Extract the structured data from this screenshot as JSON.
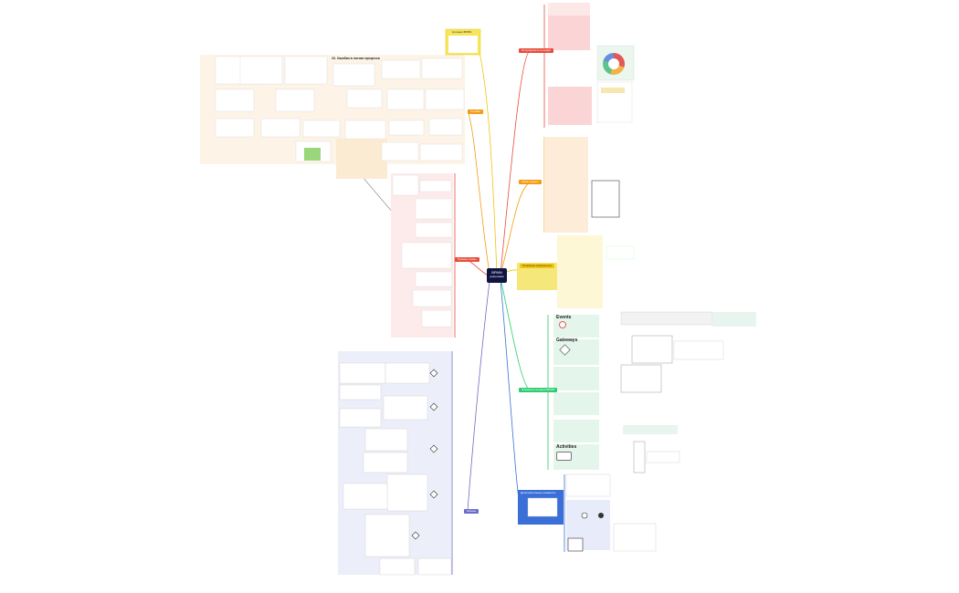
{
  "central": {
    "title": "BPMN",
    "subtitle": "диаграмма"
  },
  "branches": {
    "top": {
      "label": "Нотация BPMN"
    },
    "right_red": {
      "label": "Популярность нотаций"
    },
    "right_orange": {
      "label": "Какие задачи"
    },
    "right_yellow": {
      "label": "Основные компоненты"
    },
    "elements": {
      "label": "Элементы нотации BPMN"
    },
    "left_orange": {
      "label": "Ошибки"
    },
    "left_red": {
      "label": "Пример схемы"
    },
    "left_purple": {
      "label": "Шлюзы"
    },
    "bottom_blue": {
      "label": "Дополнительные элементы"
    }
  },
  "sections": {
    "events": "Events",
    "gateways": "Gateways",
    "activities": "Activities",
    "errors_title": "10. Ошибки в логике процесса"
  },
  "colors": {
    "red": "#e74c3c",
    "orange": "#f39c12",
    "yellow": "#f1c40f",
    "green": "#2ecc71",
    "purple": "#6b6bc9",
    "blue": "#3b6fd8",
    "central": "#0f1440"
  }
}
